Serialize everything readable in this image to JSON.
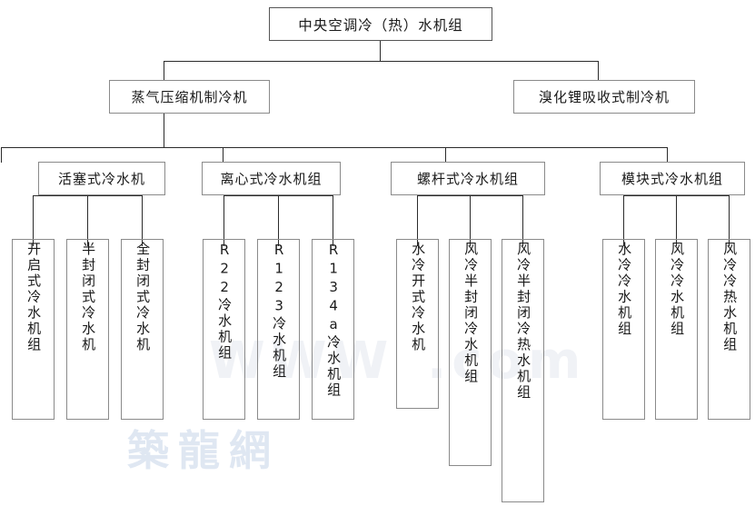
{
  "diagram": {
    "title": "中央空调冷（热）水机组",
    "type": "tree-hierarchy",
    "watermark": "築龍網",
    "colors": {
      "line": "#2b2b2b",
      "box_border": "#8a8a8a",
      "text": "#1a1a1a",
      "background": "#ffffff",
      "watermark": "#dfe7f2"
    },
    "root": {
      "label": "中央空调冷（热）水机组"
    },
    "level2": [
      {
        "label": "蒸气压缩机制冷机"
      },
      {
        "label": "溴化锂吸收式制冷机"
      }
    ],
    "level3": [
      {
        "label": "活塞式冷水机"
      },
      {
        "label": "离心式冷水机组"
      },
      {
        "label": "螺杆式冷水机组"
      },
      {
        "label": "模块式冷水机组"
      }
    ],
    "groups": [
      {
        "parent": "活塞式冷水机",
        "leaves": [
          {
            "label": "开启式冷水机组"
          },
          {
            "label": "半封闭式冷水机"
          },
          {
            "label": "全封闭式冷水机"
          }
        ]
      },
      {
        "parent": "离心式冷水机组",
        "leaves": [
          {
            "label": "R22冷水机组"
          },
          {
            "label": "R123冷水机组"
          },
          {
            "label": "R134a冷水机组"
          }
        ]
      },
      {
        "parent": "螺杆式冷水机组",
        "leaves": [
          {
            "label": "水冷开式冷水机"
          },
          {
            "label": "风冷半封闭冷水机组"
          },
          {
            "label": "风冷半封闭冷热水机组"
          }
        ]
      },
      {
        "parent": "模块式冷水机组",
        "leaves": [
          {
            "label": "水冷冷水机组"
          },
          {
            "label": "风冷冷水机组"
          },
          {
            "label": "风冷冷热水机组"
          }
        ]
      }
    ]
  }
}
